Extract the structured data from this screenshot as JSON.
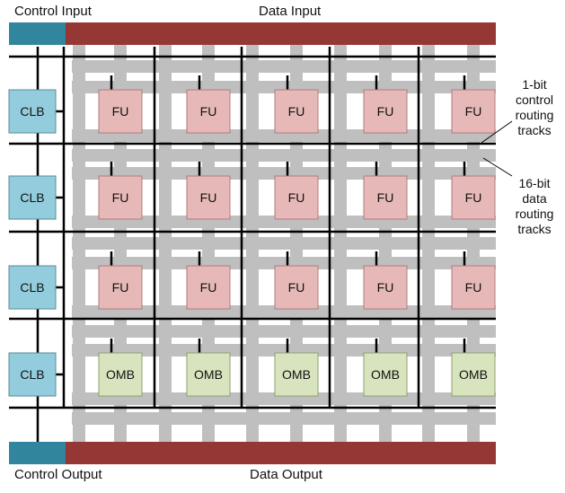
{
  "labels": {
    "control_input": "Control Input",
    "data_input": "Data Input",
    "control_output": "Control Output",
    "data_output": "Data Output",
    "control_tracks": [
      "1-bit",
      "control",
      "routing",
      "tracks"
    ],
    "data_tracks": [
      "16-bit",
      "data",
      "routing",
      "tracks"
    ]
  },
  "grid": {
    "rows": [
      {
        "block_label": "FU",
        "kind": "fu",
        "clb_label": "CLB"
      },
      {
        "block_label": "FU",
        "kind": "fu",
        "clb_label": "CLB"
      },
      {
        "block_label": "FU",
        "kind": "fu",
        "clb_label": "CLB"
      },
      {
        "block_label": "OMB",
        "kind": "omb",
        "clb_label": "CLB"
      }
    ],
    "columns": 5
  },
  "colors": {
    "control_bar": "#31859C",
    "data_bar": "#953735",
    "clb_fill": "#93CDDD",
    "fu_fill": "#E6B9B8",
    "omb_fill": "#D7E4BD",
    "data_track": "#BFBFBF",
    "control_track": "#000000"
  }
}
